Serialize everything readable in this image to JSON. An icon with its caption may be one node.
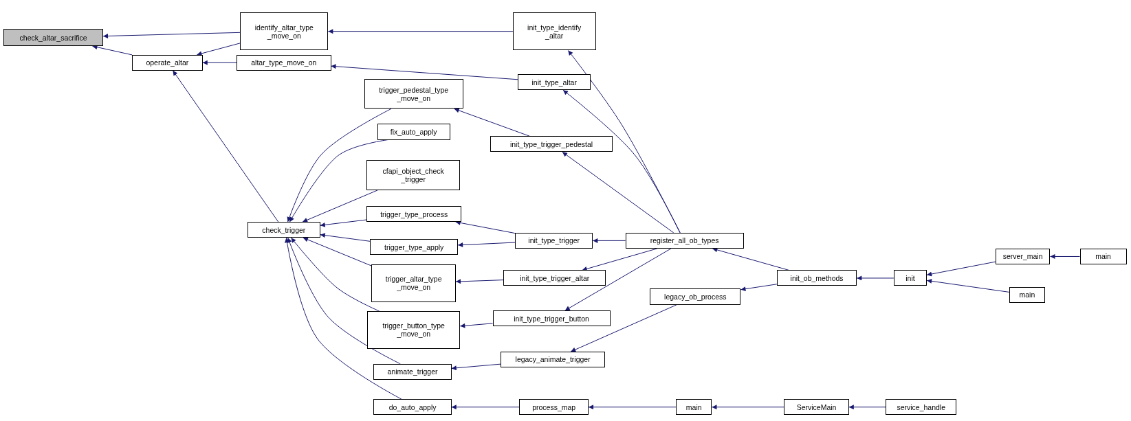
{
  "diagram": {
    "nodes": [
      {
        "text": [
          "check_altar_sacrifice"
        ]
      },
      {
        "text": [
          "identify_altar_type _move_on"
        ]
      },
      {
        "text": [
          "operate_altar"
        ]
      },
      {
        "text": [
          "init_type_identify _altar"
        ]
      },
      {
        "text": [
          "altar_type_move_on"
        ]
      },
      {
        "text": [
          "init_type_altar"
        ]
      },
      {
        "text": [
          "trigger_pedestal_type _move_on"
        ]
      },
      {
        "text": [
          "fix_auto_apply"
        ]
      },
      {
        "text": [
          "init_type_trigger_pedestal"
        ]
      },
      {
        "text": [
          "cfapi_object_check _trigger"
        ]
      },
      {
        "text": [
          "check_trigger"
        ]
      },
      {
        "text": [
          "trigger_type_process"
        ]
      },
      {
        "text": [
          "init_type_trigger"
        ]
      },
      {
        "text": [
          "register_all_ob_types"
        ]
      },
      {
        "text": [
          "trigger_type_apply"
        ]
      },
      {
        "text": [
          "trigger_altar_type _move_on"
        ]
      },
      {
        "text": [
          "init_type_trigger_altar"
        ]
      },
      {
        "text": [
          "trigger_button_type _move_on"
        ]
      },
      {
        "text": [
          "init_type_trigger_button"
        ]
      },
      {
        "text": [
          "init_ob_methods"
        ]
      },
      {
        "text": [
          "init"
        ]
      },
      {
        "text": [
          "server_main"
        ]
      },
      {
        "text": [
          "main"
        ]
      },
      {
        "text": [
          "main"
        ]
      },
      {
        "text": [
          "legacy_ob_process"
        ]
      },
      {
        "text": [
          "animate_trigger"
        ]
      },
      {
        "text": [
          "legacy_animate_trigger"
        ]
      },
      {
        "text": [
          "do_auto_apply"
        ]
      },
      {
        "text": [
          "process_map"
        ]
      },
      {
        "text": [
          "main"
        ]
      },
      {
        "text": [
          "ServiceMain"
        ]
      },
      {
        "text": [
          "service_handle"
        ]
      }
    ],
    "edges": [
      {
        "from": 1,
        "to": 0,
        "arrow": "to"
      },
      {
        "from": 2,
        "to": 0,
        "arrow": "to"
      },
      {
        "from": 1,
        "to": 2,
        "arrow": "to"
      },
      {
        "from": 4,
        "to": 2,
        "arrow": "to"
      },
      {
        "from": 10,
        "to": 2,
        "arrow": "to"
      },
      {
        "from": 3,
        "to": 1,
        "arrow": "to"
      },
      {
        "from": 5,
        "to": 4,
        "arrow": "to"
      },
      {
        "from": 13,
        "to": 3,
        "arrow": "to"
      },
      {
        "from": 13,
        "to": 5,
        "arrow": "to"
      },
      {
        "from": 8,
        "to": 6,
        "arrow": "to"
      },
      {
        "from": 13,
        "to": 8,
        "arrow": "to"
      },
      {
        "from": 6,
        "to": 10,
        "arrow": "to"
      },
      {
        "from": 7,
        "to": 10,
        "arrow": "to"
      },
      {
        "from": 9,
        "to": 10,
        "arrow": "to"
      },
      {
        "from": 11,
        "to": 10,
        "arrow": "to"
      },
      {
        "from": 14,
        "to": 10,
        "arrow": "to"
      },
      {
        "from": 15,
        "to": 10,
        "arrow": "to"
      },
      {
        "from": 17,
        "to": 10,
        "arrow": "to"
      },
      {
        "from": 25,
        "to": 10,
        "arrow": "to"
      },
      {
        "from": 27,
        "to": 10,
        "arrow": "to"
      },
      {
        "from": 12,
        "to": 11,
        "arrow": "to"
      },
      {
        "from": 12,
        "to": 14,
        "arrow": "to"
      },
      {
        "from": 13,
        "to": 12,
        "arrow": "to"
      },
      {
        "from": 16,
        "to": 15,
        "arrow": "to"
      },
      {
        "from": 13,
        "to": 16,
        "arrow": "to"
      },
      {
        "from": 18,
        "to": 17,
        "arrow": "to"
      },
      {
        "from": 13,
        "to": 18,
        "arrow": "to"
      },
      {
        "from": 26,
        "to": 25,
        "arrow": "to"
      },
      {
        "from": 24,
        "to": 26,
        "arrow": "to"
      },
      {
        "from": 19,
        "to": 13,
        "arrow": "to"
      },
      {
        "from": 19,
        "to": 24,
        "arrow": "to"
      },
      {
        "from": 20,
        "to": 19,
        "arrow": "to"
      },
      {
        "from": 21,
        "to": 20,
        "arrow": "to"
      },
      {
        "from": 23,
        "to": 20,
        "arrow": "to"
      },
      {
        "from": 22,
        "to": 21,
        "arrow": "to"
      },
      {
        "from": 28,
        "to": 27,
        "arrow": "to"
      },
      {
        "from": 29,
        "to": 28,
        "arrow": "to"
      },
      {
        "from": 30,
        "to": 29,
        "arrow": "to"
      },
      {
        "from": 31,
        "to": 30,
        "arrow": "to"
      }
    ]
  }
}
